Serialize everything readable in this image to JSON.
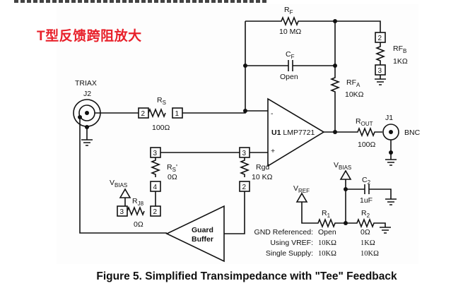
{
  "title_cn": "T型反馈跨阻放大",
  "caption": "Figure 5. Simplified Transimpedance with \"Tee\" Feedback",
  "colors": {
    "title": "#e8202a",
    "wire": "#111111"
  },
  "components": {
    "rf": {
      "name": "R",
      "sub": "F",
      "value": "10 MΩ"
    },
    "cf": {
      "name": "C",
      "sub": "F",
      "value": "Open"
    },
    "rfa": {
      "name": "RF",
      "sub": "A",
      "value": "10KΩ"
    },
    "rfb": {
      "name": "RF",
      "sub": "B",
      "value": "1KΩ",
      "pin_top": "2",
      "pin_bottom": "3"
    },
    "rs": {
      "name": "R",
      "sub": "S",
      "value": "100Ω",
      "pin_left": "2",
      "pin_right": "1"
    },
    "rs2": {
      "name": "R",
      "sub": "S",
      "prime": "'",
      "value": "0Ω",
      "pin_top": "3",
      "pin_bottom": "4"
    },
    "rgd": {
      "name": "Rgd",
      "value": "10 KΩ",
      "pin_top": "3",
      "pin_bottom": "2"
    },
    "rj8": {
      "name": "R",
      "sub": "J8",
      "value": "0Ω",
      "pin_left": "3",
      "pin_right": "2"
    },
    "rout": {
      "name": "R",
      "sub": "OUT",
      "value": "100Ω"
    },
    "c2": {
      "name": "C",
      "sub": "2",
      "value": "1uF"
    },
    "r1": {
      "name": "R",
      "sub": "1"
    },
    "r2": {
      "name": "R",
      "sub": "2"
    },
    "opamp": {
      "ref": "U1",
      "part": "LMP7721",
      "minus": "-",
      "plus": "+"
    },
    "guard": {
      "line1": "Guard",
      "line2": "Buffer"
    },
    "j2": {
      "type": "TRIAX",
      "ref": "J2"
    },
    "j1": {
      "ref": "J1",
      "type": "BNC"
    },
    "vbias1": {
      "name": "V",
      "sub": "BIAS"
    },
    "vbias2": {
      "name": "V",
      "sub": "BIAS"
    },
    "vref": {
      "name": "V",
      "sub": "REF"
    }
  },
  "config_table": [
    {
      "label": "GND Referenced:",
      "r1": "Open",
      "r2": "0Ω"
    },
    {
      "label": "Using VREF:",
      "r1": "10KΩ",
      "r2": "1KΩ"
    },
    {
      "label": "Single Supply:",
      "r1": "10KΩ",
      "r2": "10KΩ"
    }
  ]
}
